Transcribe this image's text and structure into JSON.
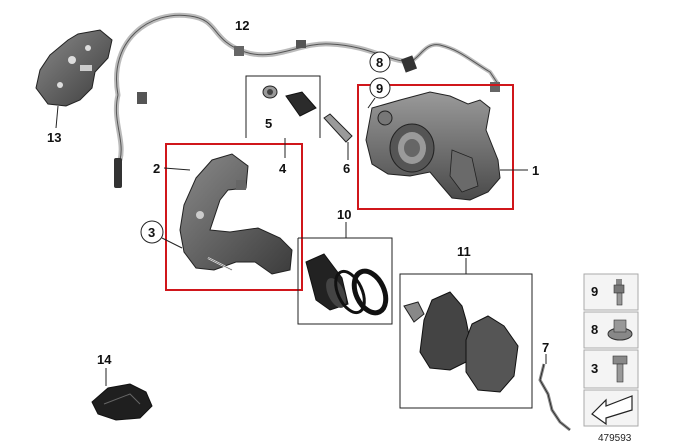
{
  "diagram": {
    "id": "479593",
    "callouts": {
      "c1": "1",
      "c2": "2",
      "c3": "3",
      "c4": "4",
      "c5": "5",
      "c6": "6",
      "c7": "7",
      "c8": "8",
      "c9": "9",
      "c10": "10",
      "c11": "11",
      "c12": "12",
      "c13": "13",
      "c14": "14"
    },
    "legend": {
      "row9": "9",
      "row8": "8",
      "row3": "3"
    },
    "highlight_color": "#d0161b"
  }
}
